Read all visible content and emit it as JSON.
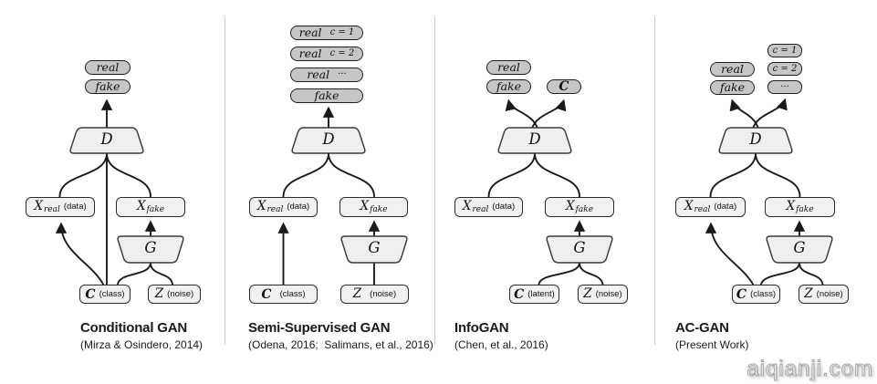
{
  "watermark": "aiqianji.com",
  "colors": {
    "pill_fill": "#c6c6c6",
    "box_fill": "#f1f1f1",
    "shape_fill": "#efefef",
    "line": "#1a1a1a",
    "divider": "#cbcbcb"
  },
  "panels": [
    {
      "title": "Conditional GAN",
      "citation": "(Mirza & Osindero, 2014)",
      "outputs": {
        "real": "real",
        "fake": "fake"
      },
      "discriminator": "D",
      "generator": "G",
      "xreal": {
        "main": "X",
        "sub": "real",
        "note": "(data)"
      },
      "xfake": {
        "main": "X",
        "sub": "fake"
      },
      "cbox": {
        "letter": "C",
        "note": "(class)"
      },
      "zbox": {
        "letter": "Z",
        "note": "(noise)"
      }
    },
    {
      "title": "Semi-Supervised GAN",
      "citation": "(Odena, 2016;  Salimans, et al., 2016)",
      "output_rows": [
        {
          "label": "real",
          "tag": "c = 1"
        },
        {
          "label": "real",
          "tag": "c = 2"
        },
        {
          "label": "real",
          "tag": "···"
        },
        {
          "label": "fake",
          "tag": ""
        }
      ],
      "discriminator": "D",
      "generator": "G",
      "xreal": {
        "main": "X",
        "sub": "real",
        "note": "(data)"
      },
      "xfake": {
        "main": "X",
        "sub": "fake"
      },
      "cbox": {
        "letter": "C",
        "note": "(class)"
      },
      "zbox": {
        "letter": "Z",
        "note": "(noise)"
      }
    },
    {
      "title": "InfoGAN",
      "citation": "(Chen, et al., 2016)",
      "outputs": {
        "real": "real",
        "fake": "fake",
        "aux": "C"
      },
      "discriminator": "D",
      "generator": "G",
      "xreal": {
        "main": "X",
        "sub": "real",
        "note": "(data)"
      },
      "xfake": {
        "main": "X",
        "sub": "fake"
      },
      "cbox": {
        "letter": "C",
        "note": "(latent)"
      },
      "zbox": {
        "letter": "Z",
        "note": "(noise)"
      }
    },
    {
      "title": "AC-GAN",
      "citation": "(Present Work)",
      "outputs": {
        "real": "real",
        "fake": "fake"
      },
      "class_outputs": [
        "c = 1",
        "c = 2",
        "···"
      ],
      "discriminator": "D",
      "generator": "G",
      "xreal": {
        "main": "X",
        "sub": "real",
        "note": "(data)"
      },
      "xfake": {
        "main": "X",
        "sub": "fake"
      },
      "cbox": {
        "letter": "C",
        "note": "(class)"
      },
      "zbox": {
        "letter": "Z",
        "note": "(noise)"
      }
    }
  ]
}
